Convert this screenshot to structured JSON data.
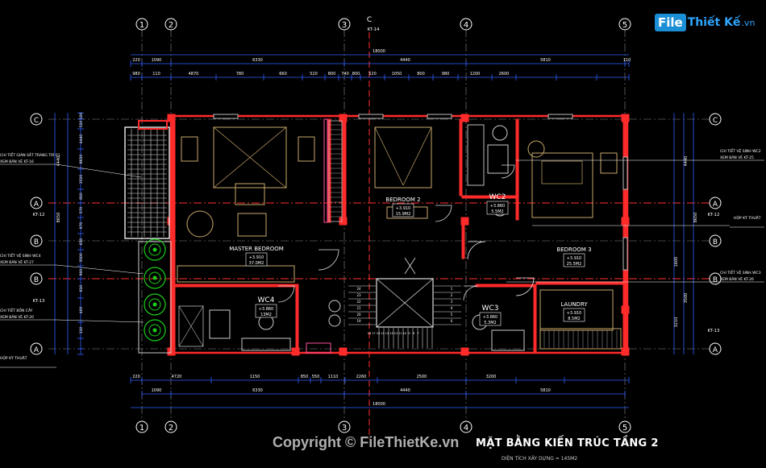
{
  "brand": {
    "logo_mark": "File",
    "logo_name": "Thiết Kế",
    "logo_domain": ".vn"
  },
  "watermark": "Copyright © FileThietKe.vn",
  "drawing": {
    "title": "MẶT BẰNG KIẾN TRÚC TẦNG 2",
    "subtitle": "DIỆN TÍCH XÂY DỰNG = 145M2"
  },
  "grid_cols": [
    "1",
    "2",
    "3",
    "4",
    "5"
  ],
  "grid_rows": [
    "C",
    "A",
    "B",
    "B",
    "A"
  ],
  "section_mark": {
    "letter": "C",
    "ref": "KT-14"
  },
  "section_refs": [
    "KT-12",
    "KT-12",
    "KT-13",
    "KT-13"
  ],
  "dims_top_row1": [
    "220",
    "1090",
    "6330",
    "4440",
    "5810",
    "110"
  ],
  "dims_top_total": "18000",
  "dims_top_row2": [
    "980",
    "110",
    "4870",
    "780",
    "660",
    "520",
    "800",
    "740",
    "800",
    "520",
    "1050",
    "800",
    "980",
    "1200",
    "2600"
  ],
  "dims_bottom_row1": [
    "220",
    "4720",
    "1150",
    "850",
    "550",
    "1110",
    "2260",
    "2500",
    "3200"
  ],
  "dims_bottom_row2": [
    "1090",
    "6330",
    "4440",
    "5810"
  ],
  "dims_bottom_total": "18000",
  "dims_left": [
    "120",
    "520",
    "4440",
    "8650",
    "3520",
    "810",
    "570",
    "970",
    "650",
    "3500",
    "900",
    "610",
    "400",
    "110"
  ],
  "dims_right": [
    "4440",
    "8650",
    "1600",
    "3500",
    "3210"
  ],
  "rooms": [
    {
      "name": "MASTER BEDROOM",
      "level": "+3.910",
      "area": "37.0M2"
    },
    {
      "name": "BEDROOM 2",
      "level": "+3.910",
      "area": "15.9M2"
    },
    {
      "name": "BEDROOM 3",
      "level": "+3.910",
      "area": "25.5M2"
    },
    {
      "name": "WC2",
      "level": "+3.860",
      "area": "5.5M2"
    },
    {
      "name": "WC3",
      "level": "+3.860",
      "area": "5.3M2"
    },
    {
      "name": "WC4",
      "level": "+3.860",
      "area": "13M2"
    },
    {
      "name": "LAUNDRY",
      "level": "+3.910",
      "area": "8.5M2"
    }
  ],
  "notes_left": [
    {
      "line1": "CHI TIẾT GIÀN SẮT TRANG TRÍ 01",
      "line2": "XEM BẢN VẼ KT-16"
    },
    {
      "line1": "CHI TIẾT VỆ SINH WC4",
      "line2": "XEM BẢN VẼ KT-27"
    },
    {
      "line1": "CHI TIẾT BỒN CÂY",
      "line2": "XEM BẢN VẼ KT-20"
    },
    {
      "line1": "HỘP KỸ THUẬT",
      "line2": ""
    }
  ],
  "notes_right": [
    {
      "line1": "CHI TIẾT VỆ SINH WC2",
      "line2": "XEM BẢN VẼ KT-25"
    },
    {
      "line1": "HỘP KỸ THUẬT",
      "line2": ""
    },
    {
      "line1": "CHI TIẾT VỆ SINH WC3",
      "line2": "XEM BẢN VẼ KT-26"
    }
  ],
  "stair_numbers_left": [
    "24",
    "23",
    "22",
    "21",
    "20",
    "19"
  ],
  "stair_numbers_right": [
    "1",
    "2",
    "3",
    "4",
    "5",
    "6"
  ],
  "stair_numbers_bottom": [
    "18",
    "17",
    "16",
    "15",
    "14",
    "13",
    "12",
    "11",
    "10",
    "9",
    "8",
    "7"
  ],
  "colors": {
    "wall": "#ff2a2a",
    "dim": "#2f5fff",
    "axis": "#ffffff",
    "furniture": "#c9a86a",
    "text": "#ffffff",
    "pink": "#ff4fa0",
    "green": "#1bd11b",
    "yellow": "#e0d23a"
  }
}
